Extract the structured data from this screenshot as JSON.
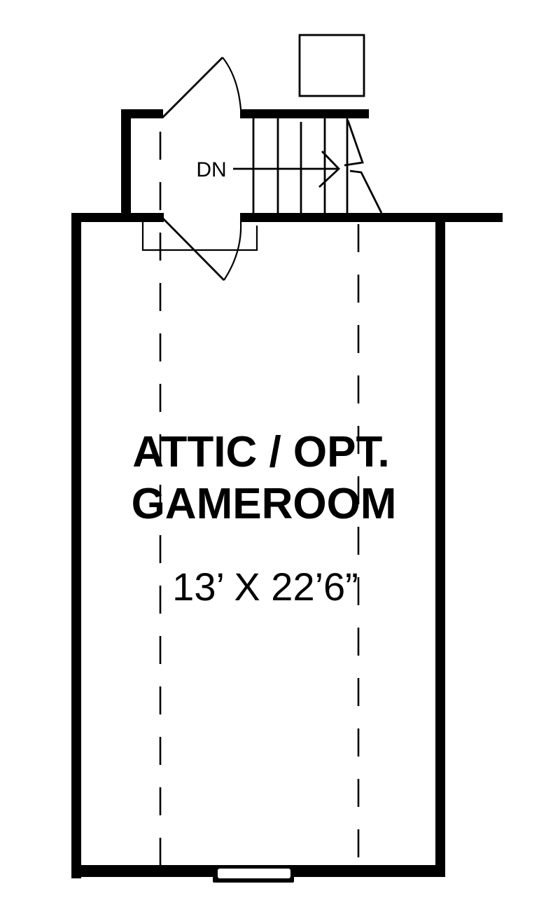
{
  "plan": {
    "room": {
      "name_line1": "ATTIC / OPT.",
      "name_line2": "GAMEROOM",
      "dimensions": "13’ X 22’6”"
    },
    "stair": {
      "direction_label": "DN",
      "tread_count": 6
    },
    "elements": {
      "door": "swing-door",
      "window": "window",
      "chimney_box": "square-box",
      "ceiling_lines": "dashed-knee-wall-lines"
    },
    "colors": {
      "ink": "#000000",
      "background": "#ffffff"
    }
  }
}
